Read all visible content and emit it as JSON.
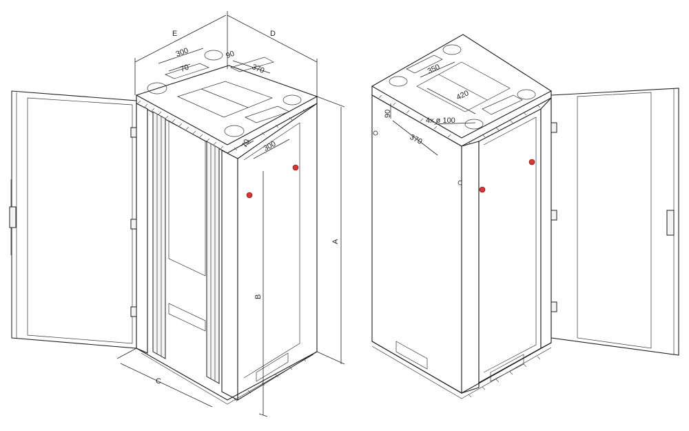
{
  "diagram": {
    "left_view": {
      "dimension_labels": {
        "A": "A",
        "B": "B",
        "C": "C",
        "D": "D",
        "E": "E",
        "top_300_a": "300",
        "top_70": "70",
        "top_90": "90",
        "top_370": "370",
        "side_70": "70",
        "side_300": "300"
      }
    },
    "right_view": {
      "dimension_labels": {
        "top_350": "350",
        "top_420": "420",
        "side_90": "90",
        "holes": "4x ø 100",
        "side_370": "370"
      }
    },
    "colors": {
      "line": "#1a1a1a",
      "background": "#ffffff",
      "marker_red": "#e8302a"
    }
  }
}
